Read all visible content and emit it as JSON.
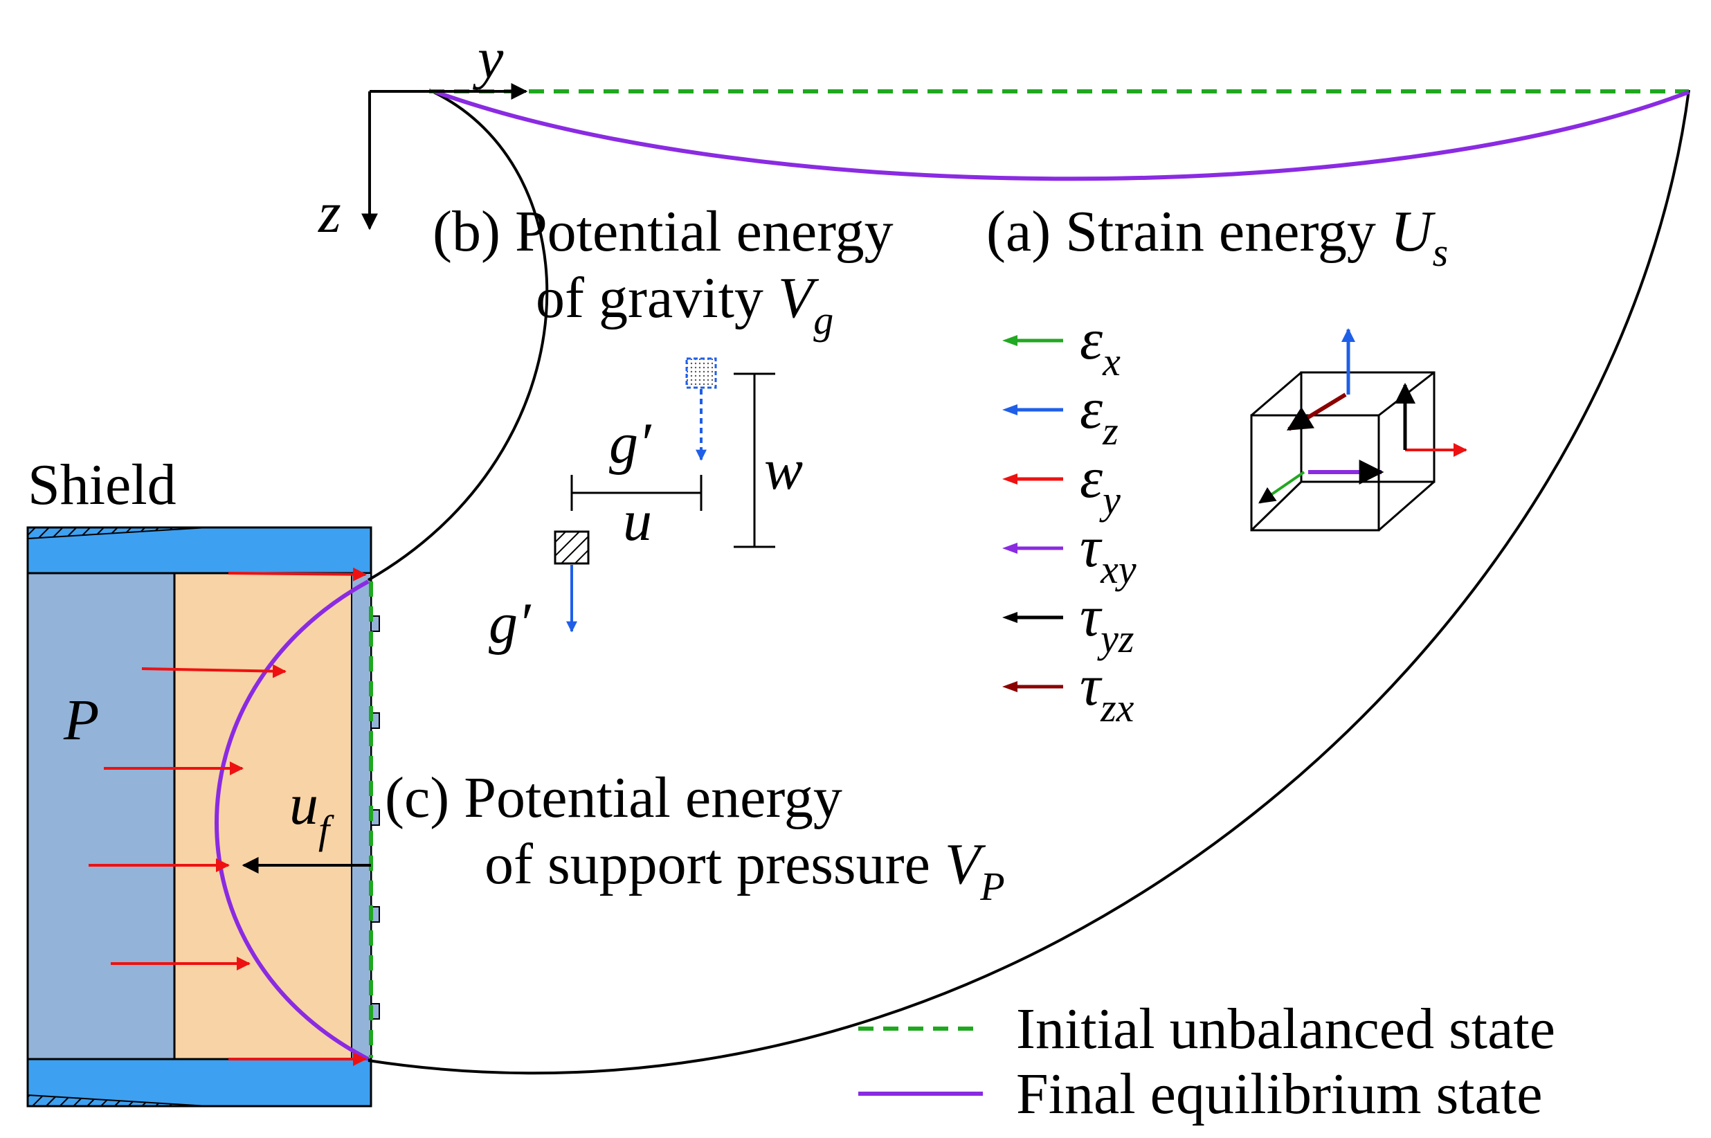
{
  "axes": {
    "y": "y",
    "z": "z"
  },
  "labels": {
    "shield": "Shield",
    "pressure": "P",
    "strain_energy": "(a) Strain energy ",
    "strain_symbol": "U",
    "strain_sub": "s",
    "gravity_line1": "(b) Potential energy",
    "gravity_line2": "of gravity ",
    "gravity_symbol": "V",
    "gravity_sub": "g",
    "support_line1": "(c) Potential energy",
    "support_line2": "of support pressure ",
    "support_symbol": "V",
    "support_sub": "P",
    "face_disp_symbol": "u",
    "face_disp_sub": "f",
    "g_prime_top": "g′",
    "g_prime_bottom": "g′",
    "horiz_disp": "u",
    "vert_disp": "w"
  },
  "components": [
    {
      "symbol": "ε",
      "sub": "x",
      "color": "#22a822"
    },
    {
      "symbol": "ε",
      "sub": "z",
      "color": "#1f5fe8"
    },
    {
      "symbol": "ε",
      "sub": "y",
      "color": "#ee1111"
    },
    {
      "symbol": "τ",
      "sub": "xy",
      "color": "#8a2be2"
    },
    {
      "symbol": "τ",
      "sub": "yz",
      "color": "#000000"
    },
    {
      "symbol": "τ",
      "sub": "zx",
      "color": "#8b0000"
    }
  ],
  "legend": {
    "initial": "Initial unbalanced state",
    "final": "Final equilibrium state"
  },
  "colors": {
    "shield": "#3ea0f0",
    "chamber": "#93b3d8",
    "soil_wedge": "#f8d3a5",
    "initial_line": "#1fa81f",
    "final_line": "#8a2be2",
    "pressure_arrow": "#ee1111"
  }
}
